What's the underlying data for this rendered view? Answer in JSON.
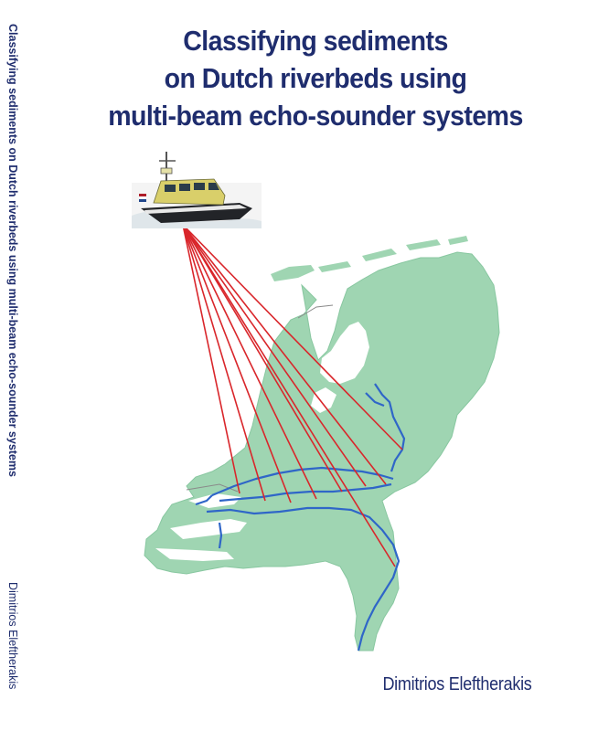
{
  "cover": {
    "title_lines": [
      "Classifying sediments",
      "on Dutch riverbeds using",
      "multi-beam echo-sounder systems"
    ],
    "author": "Dimitrios Eleftherakis",
    "title_color": "#1f2d6e"
  },
  "spine": {
    "title": "Classifying sediments on Dutch riverbeds using multi-beam echo-sounder systems",
    "author": "Dimitrios Eleftherakis"
  },
  "colors": {
    "map_fill": "#9fd5b2",
    "river": "#2f66c8",
    "beam": "#d9262b"
  }
}
